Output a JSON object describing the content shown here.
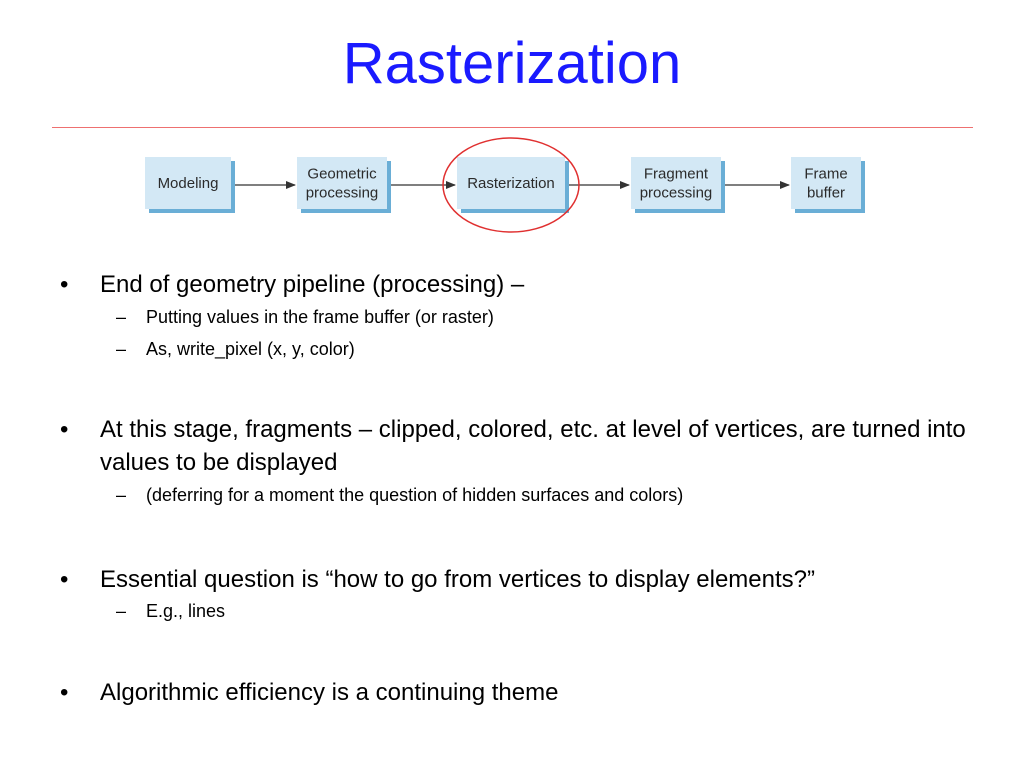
{
  "slide": {
    "title": "Rasterization"
  },
  "pipeline": {
    "stages": [
      {
        "lines": [
          "Modeling"
        ]
      },
      {
        "lines": [
          "Geometric",
          "processing"
        ]
      },
      {
        "lines": [
          "Rasterization"
        ],
        "highlighted": true
      },
      {
        "lines": [
          "Fragment",
          "processing"
        ]
      },
      {
        "lines": [
          "Frame",
          "buffer"
        ]
      }
    ],
    "colors": {
      "box_fill": "#d3e8f5",
      "box_shadow": "#6aaed6",
      "arrow": "#333333",
      "highlight": "#e03030"
    }
  },
  "bullets": [
    {
      "bullet": "•",
      "text": "End of geometry pipeline (processing) –",
      "subs": [
        {
          "dash": "–",
          "text": "Putting values in the frame buffer (or raster)"
        },
        {
          "dash": "–",
          "text": "As, write_pixel (x, y, color)"
        }
      ]
    },
    {
      "bullet": "•",
      "text": "At this stage, fragments – clipped, colored, etc. at level of vertices, are turned into values to be displayed",
      "subs": [
        {
          "dash": "–",
          "text": "(deferring for a moment the question of hidden surfaces and colors)"
        }
      ]
    },
    {
      "bullet": "•",
      "text": "Essential question is “how to go from vertices to display elements?”",
      "subs": [
        {
          "dash": "–",
          "text": "E.g., lines"
        }
      ]
    },
    {
      "bullet": "•",
      "text": "Algorithmic efficiency is a continuing theme",
      "subs": []
    }
  ],
  "colors": {
    "title": "#1a1aff",
    "rule": "#ee7070"
  }
}
